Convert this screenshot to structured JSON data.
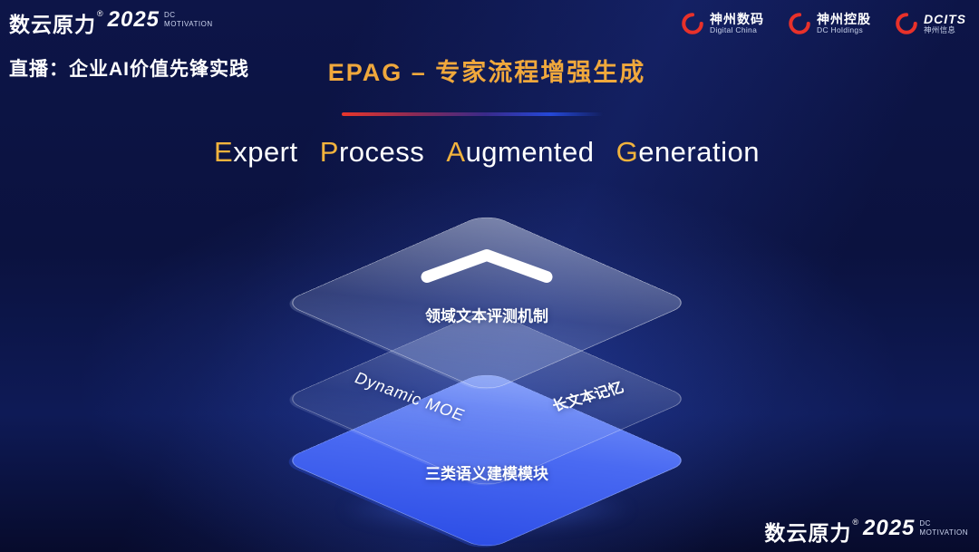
{
  "brand_top": {
    "name": "数云原力",
    "reg": "®",
    "year": "2025",
    "sub_line1": "DC",
    "sub_line2": "MOTIVATION"
  },
  "header": {
    "live_label": "直播：企业AI价值先锋实践",
    "title": "EPAG – 专家流程增强生成"
  },
  "partner_logos": [
    {
      "name": "神州数码",
      "sub": "Digital China"
    },
    {
      "name": "神州控股",
      "sub": "DC Holdings"
    },
    {
      "name": "DCITS",
      "sub": "神州信息"
    }
  ],
  "english_title": {
    "w1_first": "E",
    "w1_rest": "xpert",
    "w2_first": "P",
    "w2_rest": "rocess",
    "w3_first": "A",
    "w3_rest": "ugmented",
    "w4_first": "G",
    "w4_rest": "eneration"
  },
  "diagram": {
    "top_label": "领域文本评测机制",
    "mid_left_label": "Dynamic MOE",
    "mid_right_label": "长文本记忆",
    "bottom_label": "三类语义建模模块"
  },
  "brand_bottom": {
    "name": "数云原力",
    "reg": "®",
    "year": "2025",
    "sub_line1": "DC",
    "sub_line2": "MOTIVATION"
  },
  "colors": {
    "accent_gold": "#f0a83c",
    "accent_red": "#e8312a",
    "layer_blue": "#3f63f0"
  }
}
